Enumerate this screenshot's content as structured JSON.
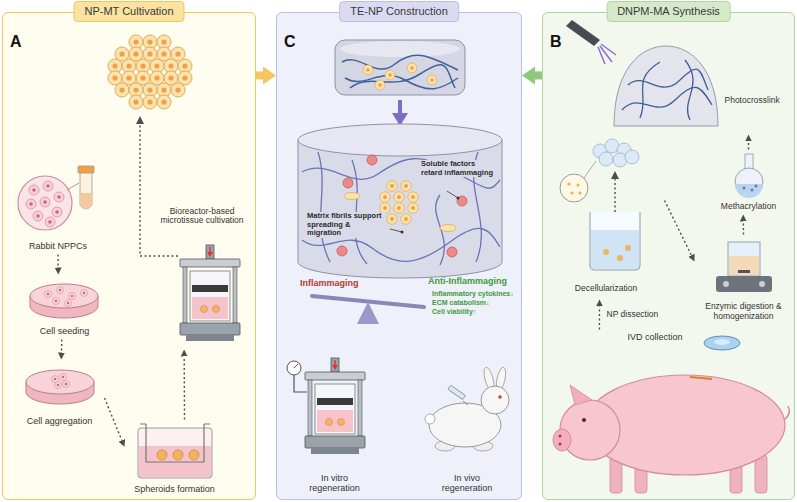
{
  "diagram": {
    "nodes": [
      {
        "text": [
          "NP-MT Cultivation",
          "A"
        ]
      },
      {
        "text": [
          "Rabbit NPPCs"
        ],
        "in": 0
      },
      {
        "text": [
          "Cell seeding"
        ],
        "in": 0
      },
      {
        "text": [
          "Cell aggregation"
        ],
        "in": 0
      },
      {
        "text": [
          "Spheroids formation"
        ],
        "in": 0
      },
      {
        "text": [
          "Bioreactor-based microtissue cultivation"
        ],
        "in": 0
      },
      {
        "text": [
          "TE-NP Construction",
          "C"
        ]
      },
      {
        "text": [
          "In vitro regeneration"
        ],
        "in": 6
      },
      {
        "text": [
          "In vivo regeneration"
        ],
        "in": 6
      },
      {
        "text": [
          "DNPM-MA Synthesis",
          "B"
        ]
      },
      {
        "text": [
          "Photocrosslink"
        ],
        "in": 9
      },
      {
        "text": [
          "Methacrylation"
        ],
        "in": 9
      },
      {
        "text": [
          "Enzymic digestion & homogenization"
        ],
        "in": 9
      },
      {
        "text": [
          "Decellularization"
        ],
        "in": 9
      },
      {
        "text": [
          "IVD collection"
        ],
        "in": 9
      }
    ],
    "edges": [
      {
        "from": 1,
        "to": 2,
        "arrow": "to"
      },
      {
        "from": 2,
        "to": 3,
        "arrow": "to"
      },
      {
        "from": 3,
        "to": 4,
        "arrow": "to"
      },
      {
        "from": 4,
        "to": 5,
        "arrow": "to"
      },
      {
        "from": 0,
        "to": 6,
        "arrow": "to"
      },
      {
        "from": 9,
        "to": 6,
        "arrow": "to"
      },
      {
        "from": 14,
        "to": 13,
        "label": "NP dissection",
        "arrow": "to"
      },
      {
        "from": 13,
        "to": 12,
        "arrow": "to"
      },
      {
        "from": 12,
        "to": 11,
        "arrow": "to"
      },
      {
        "from": 11,
        "to": 10,
        "arrow": "to"
      }
    ],
    "labels": [
      "Soluble factors retard inflammaging",
      "Matrix fibrils support spreading & migration",
      "Inflammaging",
      "Anti-Inflammaging",
      "Inflammatory cytokines↓",
      "ECM catabolism↓",
      "Cell viability↑"
    ]
  }
}
